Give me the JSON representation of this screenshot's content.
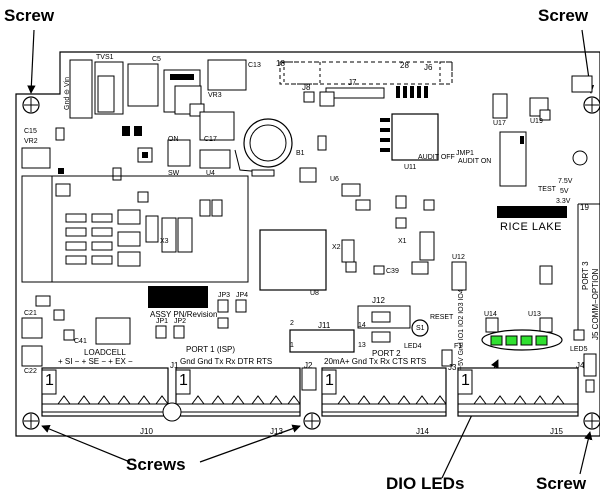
{
  "callouts": {
    "screw_top_left": "Screw",
    "screw_top_right": "Screw",
    "screws_bottom": "Screws",
    "dio_leds": "DIO LEDs",
    "screw_bottom_right": "Screw"
  },
  "silkscreen": {
    "brand": "RICE LAKE",
    "assy": "ASSY PN/Revision",
    "loadcell": "LOADCELL",
    "loadcell_pins": "+ SI −   + SE −   + EX −",
    "port1": "PORT 1 (ISP)",
    "port1_pins": "Gnd  Gnd   Tx    Rx   DTR   RTS",
    "port2": "PORT 2",
    "port2_pins": "20mA+ Gnd   Tx    Rx  CTS   RTS",
    "port3": "PORT 3",
    "comm_option": "J5  COMM−OPTION",
    "j4_pins": "+5V  Gnd   IO1   IO2   IO3   IO4",
    "j1": "J1",
    "j2": "J2",
    "j3": "J3",
    "j4": "J4",
    "j5": "J5",
    "j6": "J6",
    "j7": "J7",
    "j8": "J8",
    "j10": "J10",
    "j11": "J11",
    "j12": "J12",
    "j13": "J13",
    "j14": "J14",
    "j15": "J15",
    "jp1": "JP1",
    "jp2": "JP2",
    "jp3": "JP3",
    "jp4": "JP4",
    "u4": "U4",
    "u6": "U6",
    "u8": "U8",
    "u11": "U11",
    "u12": "U12",
    "u13": "U13",
    "u14": "U14",
    "u17": "U17",
    "u19": "U19",
    "b1": "B1",
    "x1": "X1",
    "x2": "X2",
    "x3": "X3",
    "vr2": "VR2",
    "vr3": "VR3",
    "tvs1": "TVS1",
    "f1": "F1",
    "s1": "S1",
    "c13": "C13",
    "c15": "C15",
    "c17": "C17",
    "c21": "C21",
    "c22": "C22",
    "c39": "C39",
    "c41": "C41",
    "c5": "C5",
    "reset": "RESET",
    "audit_off": "AUDIT OFF",
    "audit_on": "AUDIT ON",
    "jmp1": "JMP1",
    "test": "TEST",
    "v75": "7.5V",
    "v5": "5V",
    "v33": "3.3V",
    "on": "ON",
    "sw": "SW",
    "gnd_vin": "Gnd ⊖ Vin",
    "one": "1",
    "two": "2",
    "thirteen": "13",
    "fourteen": "14",
    "eighteen": "18",
    "twentyeight": "28",
    "nineteen": "19",
    "led4": "LED4",
    "led5": "LED5"
  },
  "terminal_numbers": {
    "j1": "1",
    "j13": "1",
    "j14": "1",
    "j15": "1"
  }
}
